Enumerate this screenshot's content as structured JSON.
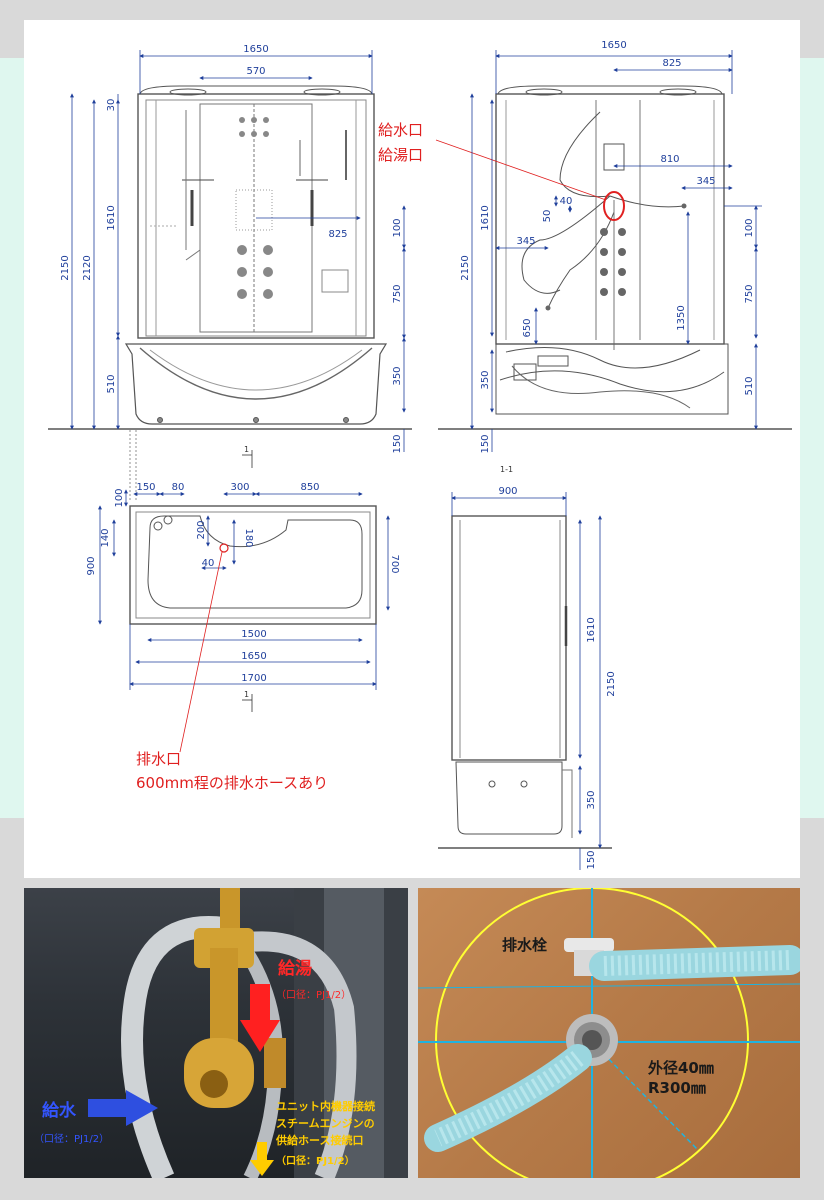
{
  "drawing": {
    "front_view": {
      "dims_top": [
        "1650",
        "570"
      ],
      "dims_left": [
        "2150",
        "2120",
        "30",
        "1610",
        "510"
      ],
      "dims_right": [
        "100",
        "750",
        "350",
        "150"
      ],
      "dim_inner": "825",
      "section_mark": "1"
    },
    "back_view": {
      "dims_top": [
        "1650",
        "825"
      ],
      "dims_inner": [
        "810",
        "345",
        "50",
        "40",
        "345",
        "650"
      ],
      "dims_left": [
        "2150",
        "1610",
        "350",
        "150"
      ],
      "dims_right": [
        "100",
        "750",
        "1350",
        "510"
      ],
      "callout_water": "給水口",
      "callout_hot": "給湯口",
      "section_label": "1-1"
    },
    "plan_view": {
      "dims_top": [
        "100",
        "150",
        "80",
        "300",
        "850"
      ],
      "dims_left": [
        "140",
        "900"
      ],
      "dims_inner": [
        "200",
        "180",
        "40"
      ],
      "dim_right": "700",
      "dims_bottom": [
        "1500",
        "1650",
        "1700"
      ],
      "section_mark": "1"
    },
    "side_view": {
      "dim_top": "900",
      "dims_right": [
        "1610",
        "2150",
        "350",
        "150"
      ]
    },
    "drain_callout": [
      "排水口",
      "600mm程の排水ホースあり"
    ]
  },
  "photo_valve": {
    "hot_label": "給湯",
    "hot_size": "（口径：PJ1/2）",
    "cold_label": "給水",
    "cold_size": "（口径：PJ1/2）",
    "unit_lines": [
      "ユニット内機器接続",
      "スチームエンジンの",
      "供給ホース接続口"
    ],
    "unit_size": "（口径：PJ1/2）"
  },
  "photo_drain": {
    "plug_label": "排水栓",
    "spec_lines": [
      "外径40㎜",
      "R300㎜"
    ]
  },
  "colors": {
    "dimension": "#1f3f9b",
    "callout_red": "#e02020",
    "hot_arrow": "#ff2020",
    "cold_arrow": "#2e4fe0",
    "unit_text": "#ffcc00",
    "crosshair": "#1fb3e0",
    "circle": "#ffff33"
  }
}
